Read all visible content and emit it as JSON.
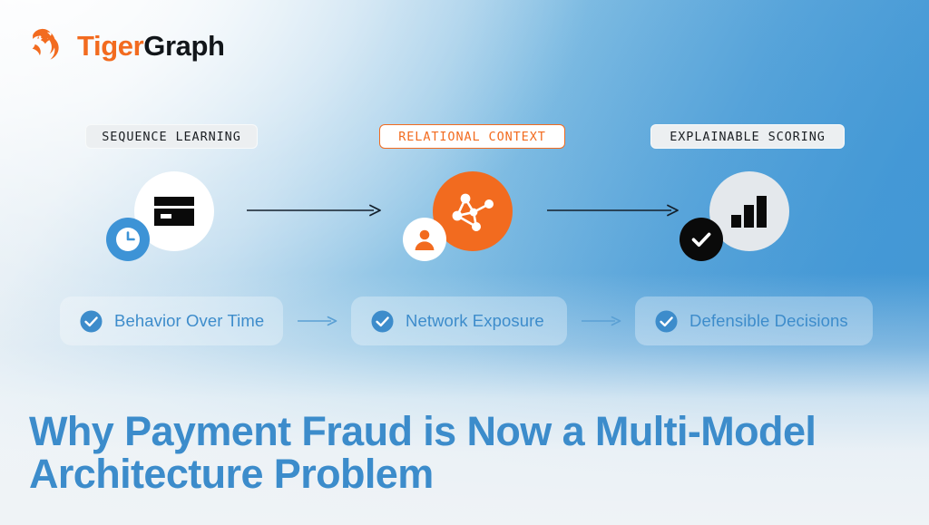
{
  "brand": {
    "name_part1": "Tiger",
    "name_part2": "Graph",
    "logo_icon": "tiger-head-icon",
    "orange": "#f26b1f",
    "black": "#12161a"
  },
  "theme": {
    "background_top_right": "#4596d4",
    "background_top_left": "#eef3f7",
    "background_bottom": "#eff3f6",
    "accent_orange": "#f26b1f",
    "accent_blue": "#3d93d6",
    "headline_blue": "#3c8ccb",
    "pill_text_blue": "#3d8ccb"
  },
  "stages": [
    {
      "badge": "SEQUENCE LEARNING",
      "badge_style": "plain",
      "main_icon": "credit-card-icon",
      "main_disc_color": "#ffffff",
      "main_glyph_color": "#0a0a0a",
      "sub_icon": "clock-icon",
      "sub_disc_color": "#3d93d6",
      "sub_glyph_color": "#ffffff"
    },
    {
      "badge": "RELATIONAL CONTEXT",
      "badge_style": "accent",
      "main_icon": "network-graph-icon",
      "main_disc_color": "#f26b1f",
      "main_glyph_color": "#ffffff",
      "sub_icon": "person-icon",
      "sub_disc_color": "#ffffff",
      "sub_glyph_color": "#f26b1f"
    },
    {
      "badge": "EXPLAINABLE SCORING",
      "badge_style": "plain",
      "main_icon": "bar-chart-icon",
      "main_disc_color": "#e4e8ec",
      "main_glyph_color": "#0a0a0a",
      "sub_icon": "check-circle-icon",
      "sub_disc_color": "#0a0a0a",
      "sub_glyph_color": "#ffffff"
    }
  ],
  "connectors": {
    "icon_arrow_icon": "arrow-right-icon",
    "pill_arrow_icon": "arrow-right-icon",
    "count": 2
  },
  "outcomes": [
    {
      "label": "Behavior Over Time",
      "icon": "check-circle-icon"
    },
    {
      "label": "Network Exposure",
      "icon": "check-circle-icon"
    },
    {
      "label": "Defensible Decisions",
      "icon": "check-circle-icon"
    }
  ],
  "headline": {
    "line1": "Why Payment Fraud is Now a Multi-Model",
    "line2": "Architecture Problem"
  }
}
